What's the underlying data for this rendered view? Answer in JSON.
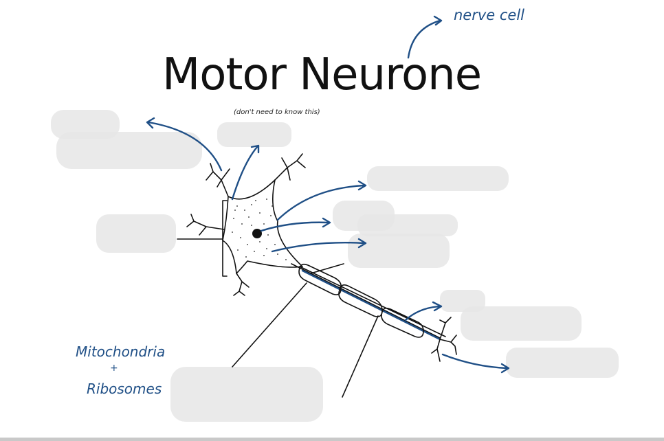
{
  "diagram": {
    "title": "Motor Neurone",
    "annotation_top": "nerve cell",
    "annotation_note": "(don't need to know this)",
    "annotation_bottom_line1": "Mitochondria",
    "annotation_bottom_plus": "+",
    "annotation_bottom_line2": "Ribosomes"
  },
  "colors": {
    "ink": "#111111",
    "handwriting_blue": "#1f4f86",
    "label_cover": "#e6e6e6",
    "background": "#ffffff"
  }
}
